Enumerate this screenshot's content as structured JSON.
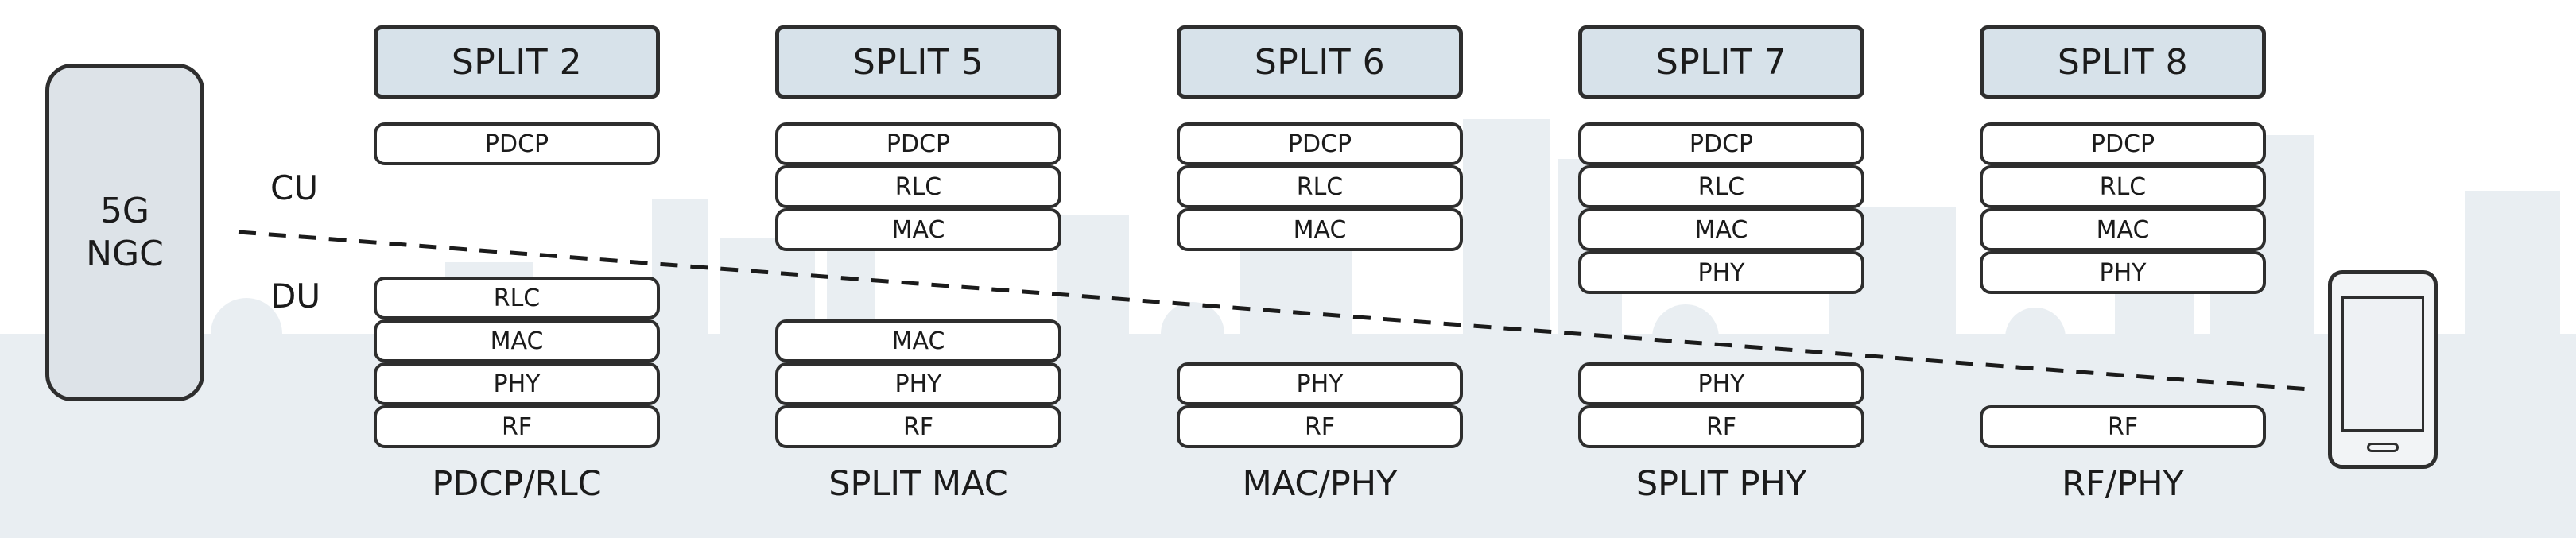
{
  "core": {
    "label_line1": "5G",
    "label_line2": "NGC"
  },
  "labels": {
    "cu": "CU",
    "du": "DU"
  },
  "splits": [
    {
      "header": "SPLIT 2",
      "cu_layers": [
        "PDCP"
      ],
      "du_layers": [
        "RLC",
        "MAC",
        "PHY",
        "RF"
      ],
      "caption": "PDCP/RLC"
    },
    {
      "header": "SPLIT 5",
      "cu_layers": [
        "PDCP",
        "RLC",
        "MAC"
      ],
      "du_layers": [
        "MAC",
        "PHY",
        "RF"
      ],
      "caption": "SPLIT MAC"
    },
    {
      "header": "SPLIT 6",
      "cu_layers": [
        "PDCP",
        "RLC",
        "MAC"
      ],
      "du_layers": [
        "PHY",
        "RF"
      ],
      "caption": "MAC/PHY"
    },
    {
      "header": "SPLIT 7",
      "cu_layers": [
        "PDCP",
        "RLC",
        "MAC",
        "PHY"
      ],
      "du_layers": [
        "PHY",
        "RF"
      ],
      "caption": "SPLIT PHY"
    },
    {
      "header": "SPLIT 8",
      "cu_layers": [
        "PDCP",
        "RLC",
        "MAC",
        "PHY"
      ],
      "du_layers": [
        "RF"
      ],
      "caption": "RF/PHY"
    }
  ],
  "colors": {
    "header_fill": "#d7e2ea",
    "core_fill": "#dde3e8",
    "outline": "#2e2e2e",
    "skyline": "#e9eef2"
  }
}
